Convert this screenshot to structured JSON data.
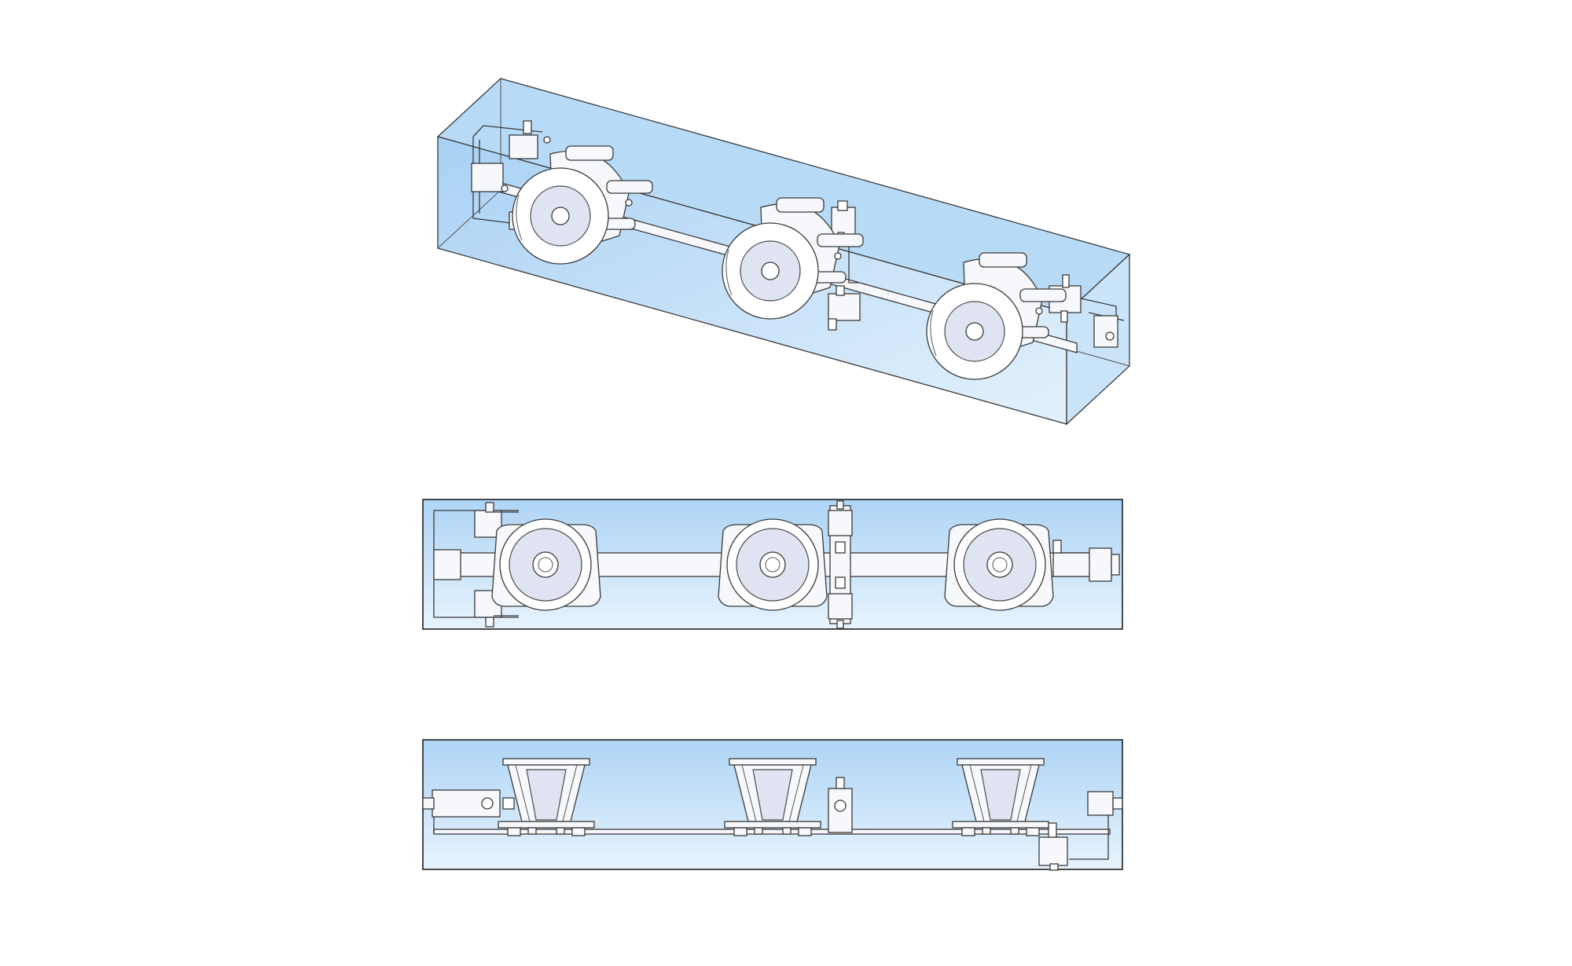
{
  "colors": {
    "enclosure_fill_top": "#aed4f5",
    "enclosure_fill_bottom": "#e6f3fd",
    "outline": "#3a3a3a",
    "part_fill": "#f6f8fb",
    "background": "#ffffff"
  },
  "views": [
    {
      "name": "isometric",
      "pot_count": 3
    },
    {
      "name": "top",
      "pot_count": 3
    },
    {
      "name": "front",
      "pot_count": 3
    }
  ]
}
